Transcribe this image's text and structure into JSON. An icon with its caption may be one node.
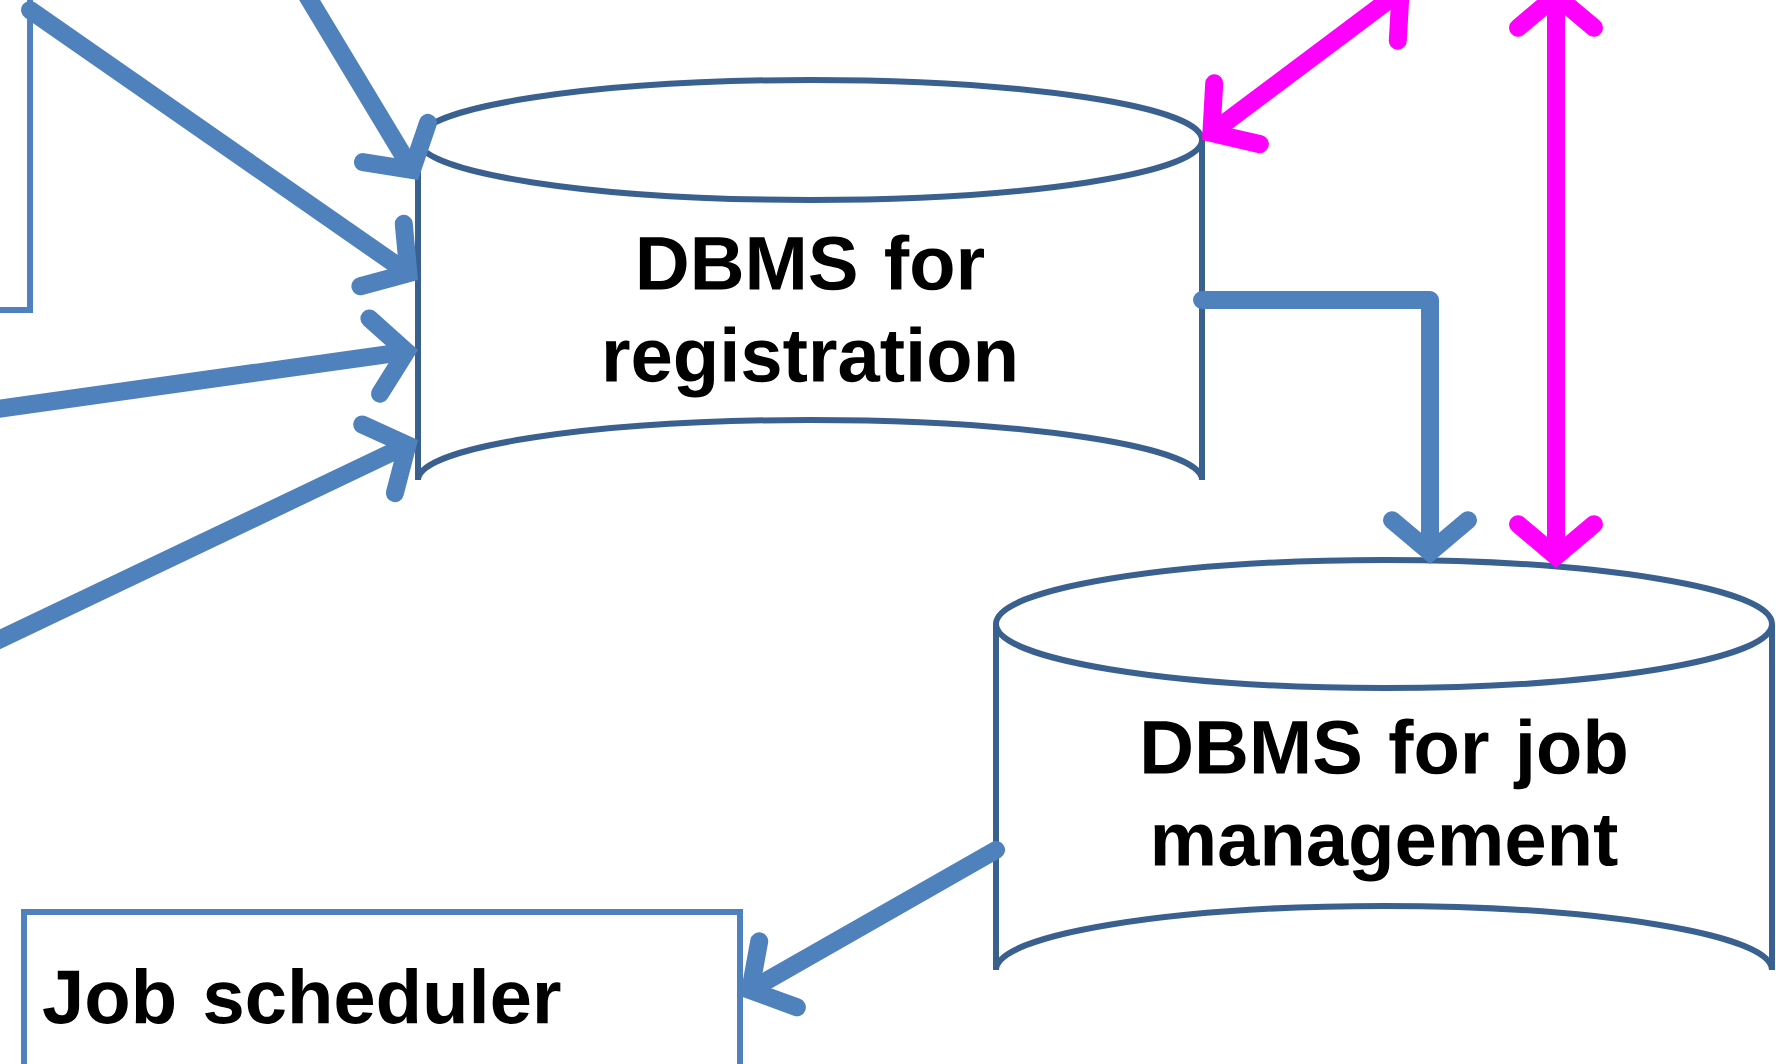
{
  "diagram": {
    "nodes": [
      {
        "text": [
          "DBMS for registration"
        ]
      },
      {
        "text": [
          "DBMS for job management"
        ]
      },
      {
        "text": [
          "Job scheduler"
        ]
      },
      {
        "text": [],
        "shape": "box"
      }
    ],
    "edges": [
      {
        "from": 3,
        "to": 0,
        "arrow": "to"
      },
      {
        "from": null,
        "to": 0,
        "arrow": "to"
      },
      {
        "from": null,
        "to": 0,
        "arrow": "to"
      },
      {
        "from": null,
        "to": 0,
        "arrow": "to"
      },
      {
        "from": 0,
        "to": 1,
        "arrow": "to"
      },
      {
        "from": null,
        "to": 0,
        "arrow": "both",
        "color": "#ff00ff"
      },
      {
        "from": null,
        "to": 1,
        "arrow": "both",
        "color": "#ff00ff"
      },
      {
        "from": 1,
        "to": 2,
        "arrow": "to"
      }
    ]
  }
}
